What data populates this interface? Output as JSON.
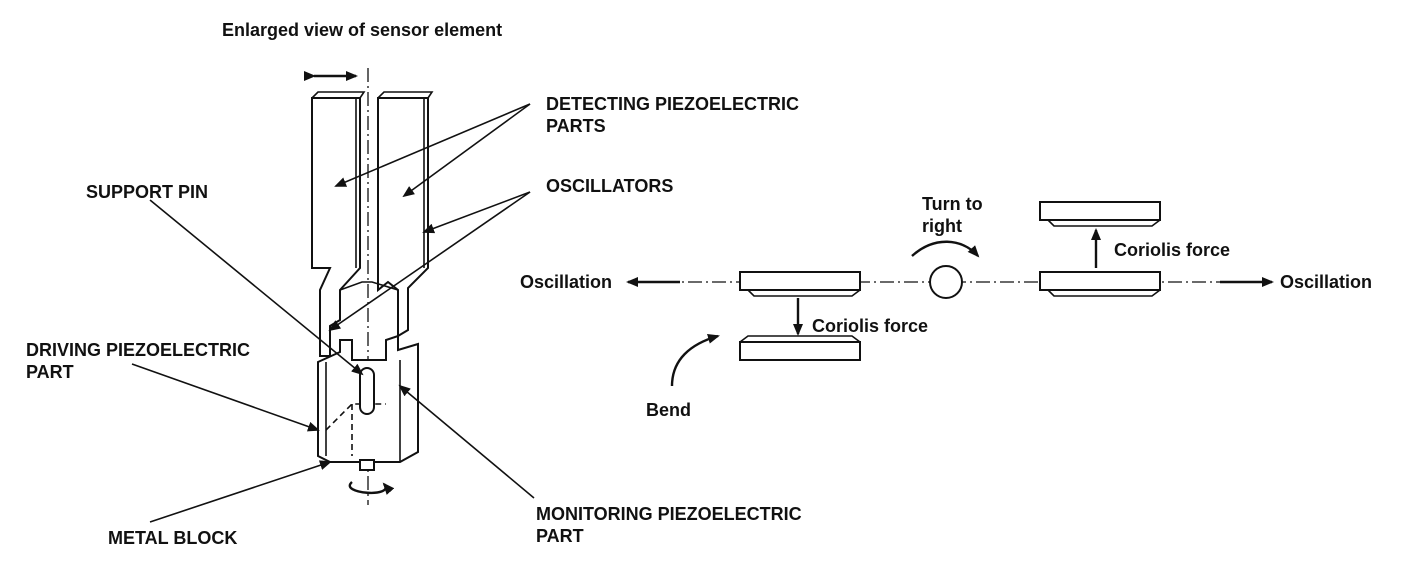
{
  "title": "Enlarged view of sensor element",
  "labels": {
    "detecting_line1": "DETECTING PIEZOELECTRIC",
    "detecting_line2": "PARTS",
    "oscillators": "OSCILLATORS",
    "support_pin": "SUPPORT PIN",
    "driving_line1": "DRIVING PIEZOELECTRIC",
    "driving_line2": "PART",
    "metal_block": "METAL BLOCK",
    "monitoring_line1": "MONITORING PIEZOELECTRIC",
    "monitoring_line2": "PART"
  },
  "right_diagram": {
    "oscillation_left": "Oscillation",
    "oscillation_right": "Oscillation",
    "coriolis_lower": "Coriolis force",
    "coriolis_upper": "Coriolis force",
    "turn_line1": "Turn to",
    "turn_line2": "right",
    "bend": "Bend"
  }
}
